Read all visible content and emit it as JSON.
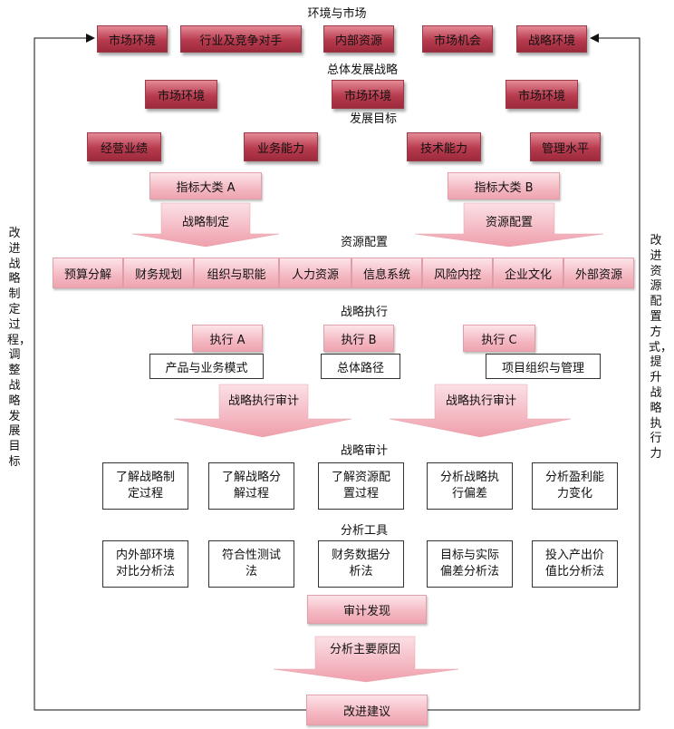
{
  "env": {
    "title": "环境与市场",
    "boxes": [
      "市场环境",
      "行业及竞争对手",
      "内部资源",
      "市场机会",
      "战略环境"
    ]
  },
  "overall": {
    "title": "总体发展战略",
    "boxes": [
      "市场环境",
      "市场环境",
      "市场环境"
    ]
  },
  "goals": {
    "title": "发展目标",
    "boxes": [
      "经营业绩",
      "业务能力",
      "技术能力",
      "管理水平"
    ]
  },
  "indicators": [
    "指标大类 A",
    "指标大类 B"
  ],
  "arrows1": [
    "战略制定",
    "资源配置"
  ],
  "resources": {
    "title": "资源配置",
    "boxes": [
      "预算分解",
      "财务规划",
      "组织与职能",
      "人力资源",
      "信息系统",
      "风险内控",
      "企业文化",
      "外部资源"
    ]
  },
  "execution": {
    "title": "战略执行",
    "heads": [
      "执行 A",
      "执行 B",
      "执行 C"
    ],
    "items": [
      "产品与业务模式",
      "总体路径",
      "项目组织与管理"
    ]
  },
  "arrows2": [
    "战略执行审计",
    "战略执行审计"
  ],
  "audit": {
    "title": "战略审计",
    "boxes": [
      "了解战略制\n定过程",
      "了解战略分\n解过程",
      "了解资源配\n置过程",
      "分析战略执\n行偏差",
      "分析盈利能\n力变化"
    ]
  },
  "tools": {
    "title": "分析工具",
    "boxes": [
      "内外部环境\n对比分析法",
      "符合性测试\n法",
      "财务数据分\n析法",
      "目标与实际\n偏差分析法",
      "投入产出价\n值比分析法"
    ]
  },
  "findings": "审计发现",
  "reasons": "分析主要原因",
  "suggestion": "改进建议",
  "left_side": "改进战略制定过程，调整战略发展目标",
  "right_side": "改进资源配置方式，提升战略执行力"
}
